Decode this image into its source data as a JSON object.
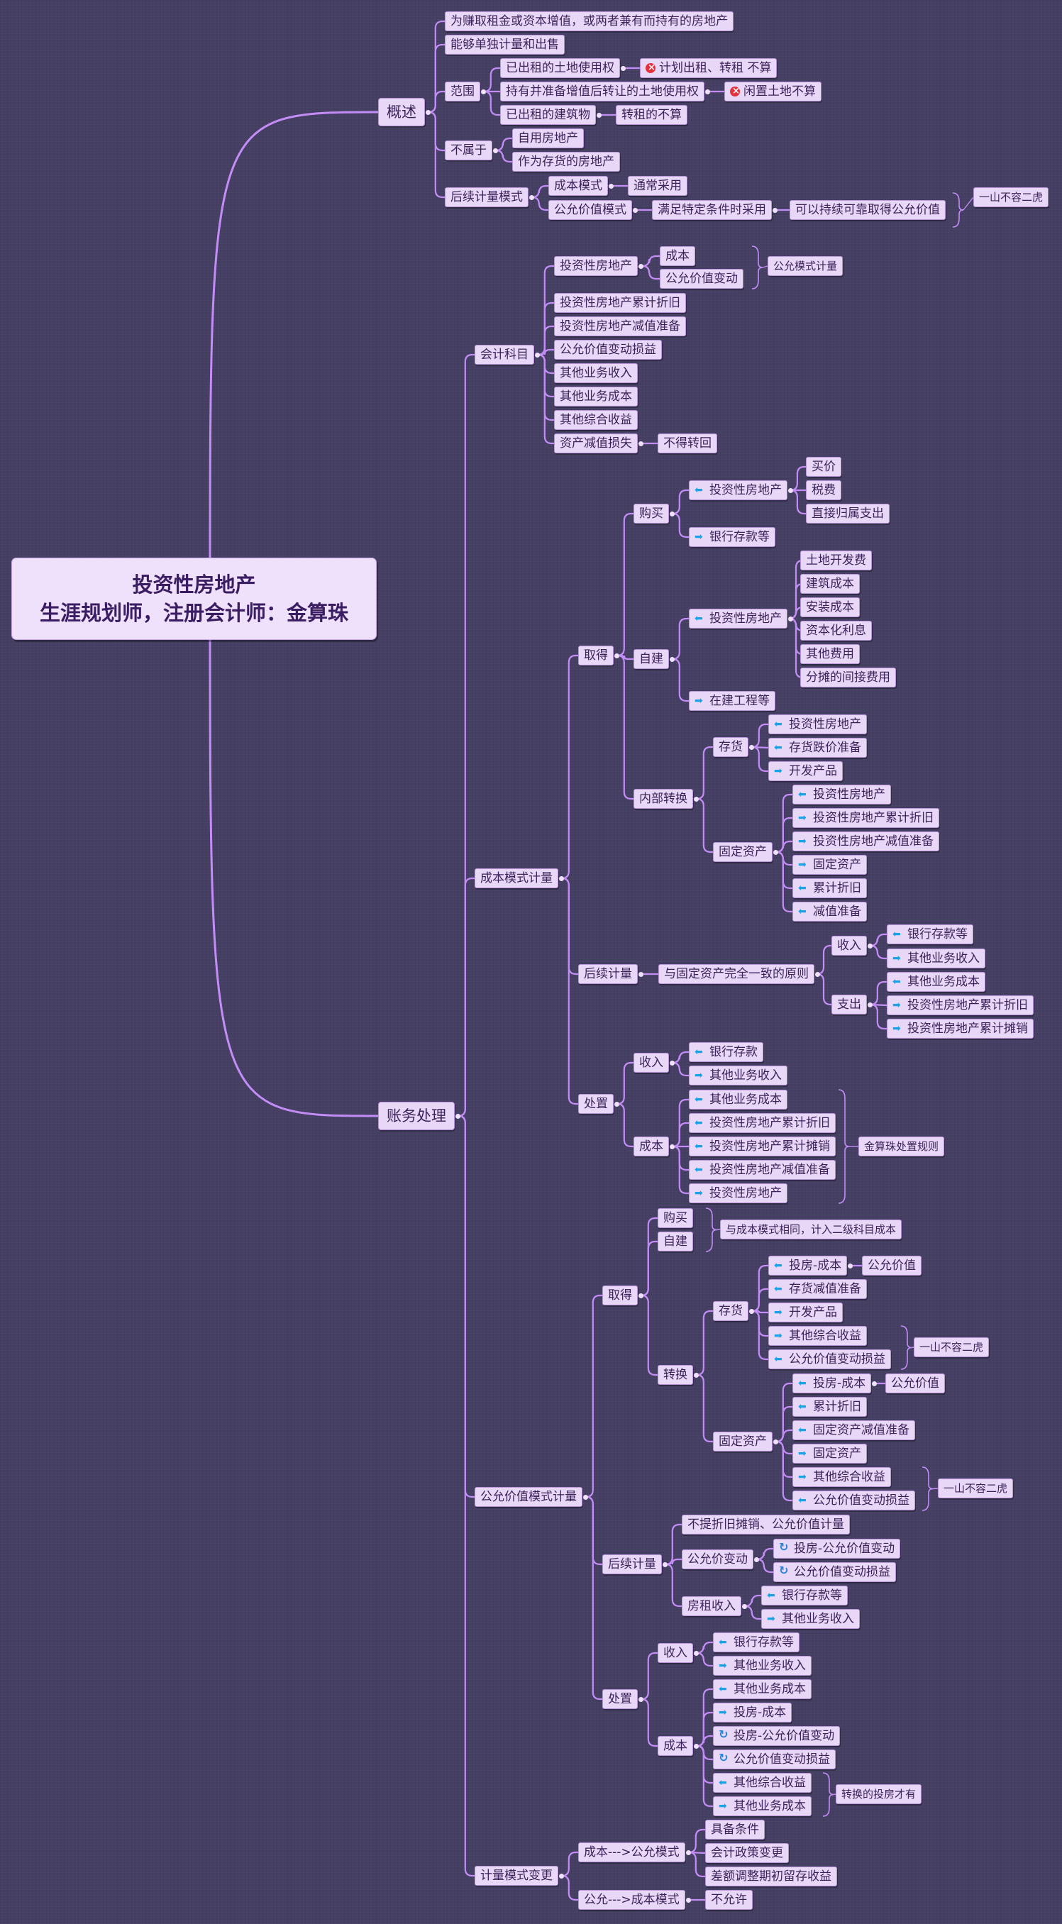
{
  "root": {
    "title": "投资性房地产",
    "subtitle": "生涯规划师，注册会计师：金算珠"
  },
  "tree": [
    {
      "text": "概述",
      "children": [
        {
          "text": "为赚取租金或资本增值，或两者兼有而持有的房地产"
        },
        {
          "text": "能够单独计量和出售"
        },
        {
          "text": "范围",
          "children": [
            {
              "text": "已出租的土地使用权",
              "children": [
                {
                  "text": "计划出租、转租 不算",
                  "icon": "no-entry-icon"
                }
              ]
            },
            {
              "text": "持有并准备增值后转让的土地使用权",
              "children": [
                {
                  "text": "闲置土地不算",
                  "icon": "no-entry-icon"
                }
              ]
            },
            {
              "text": "已出租的建筑物",
              "children": [
                {
                  "text": "转租的不算"
                }
              ]
            }
          ]
        },
        {
          "text": "不属于",
          "children": [
            {
              "text": "自用房地产"
            },
            {
              "text": "作为存货的房地产"
            }
          ]
        },
        {
          "text": "后续计量模式",
          "children": [
            {
              "text": "成本模式",
              "children": [
                {
                  "text": "通常采用"
                }
              ]
            },
            {
              "text": "公允价值模式",
              "children": [
                {
                  "text": "满足特定条件时采用",
                  "children": [
                    {
                      "text": "可以持续可靠取得公允价值"
                    }
                  ]
                }
              ]
            }
          ]
        }
      ]
    },
    {
      "text": "账务处理",
      "children": [
        {
          "text": "会计科目",
          "children": [
            {
              "text": "投资性房地产",
              "children": [
                {
                  "text": "成本"
                },
                {
                  "text": "公允价值变动"
                }
              ]
            },
            {
              "text": "投资性房地产累计折旧"
            },
            {
              "text": "投资性房地产减值准备"
            },
            {
              "text": "公允价值变动损益"
            },
            {
              "text": "其他业务收入"
            },
            {
              "text": "其他业务成本"
            },
            {
              "text": "其他综合收益"
            },
            {
              "text": "资产减值损失",
              "children": [
                {
                  "text": "不得转回"
                }
              ]
            }
          ]
        },
        {
          "text": "成本模式计量",
          "children": [
            {
              "text": "取得",
              "children": [
                {
                  "text": "购买",
                  "children": [
                    {
                      "text": "投资性房地产",
                      "icon": "arrow-left-icon",
                      "children": [
                        {
                          "text": "买价"
                        },
                        {
                          "text": "税费"
                        },
                        {
                          "text": "直接归属支出"
                        }
                      ]
                    },
                    {
                      "text": "银行存款等",
                      "icon": "arrow-right-icon"
                    }
                  ]
                },
                {
                  "text": "自建",
                  "children": [
                    {
                      "text": "投资性房地产",
                      "icon": "arrow-left-icon",
                      "children": [
                        {
                          "text": "土地开发费"
                        },
                        {
                          "text": "建筑成本"
                        },
                        {
                          "text": "安装成本"
                        },
                        {
                          "text": "资本化利息"
                        },
                        {
                          "text": "其他费用"
                        },
                        {
                          "text": "分摊的间接费用"
                        }
                      ]
                    },
                    {
                      "text": "在建工程等",
                      "icon": "arrow-right-icon"
                    }
                  ]
                },
                {
                  "text": "内部转换",
                  "children": [
                    {
                      "text": "存货",
                      "children": [
                        {
                          "text": "投资性房地产",
                          "icon": "arrow-left-icon"
                        },
                        {
                          "text": "存货跌价准备",
                          "icon": "arrow-left-icon"
                        },
                        {
                          "text": "开发产品",
                          "icon": "arrow-right-icon"
                        }
                      ]
                    },
                    {
                      "text": "固定资产",
                      "children": [
                        {
                          "text": "投资性房地产",
                          "icon": "arrow-left-icon"
                        },
                        {
                          "text": "投资性房地产累计折旧",
                          "icon": "arrow-right-icon"
                        },
                        {
                          "text": "投资性房地产减值准备",
                          "icon": "arrow-right-icon"
                        },
                        {
                          "text": "固定资产",
                          "icon": "arrow-right-icon"
                        },
                        {
                          "text": "累计折旧",
                          "icon": "arrow-left-icon"
                        },
                        {
                          "text": "减值准备",
                          "icon": "arrow-left-icon"
                        }
                      ]
                    }
                  ]
                }
              ]
            },
            {
              "text": "后续计量",
              "children": [
                {
                  "text": "与固定资产完全一致的原则",
                  "children": [
                    {
                      "text": "收入",
                      "children": [
                        {
                          "text": "银行存款等",
                          "icon": "arrow-left-icon"
                        },
                        {
                          "text": "其他业务收入",
                          "icon": "arrow-right-icon"
                        }
                      ]
                    },
                    {
                      "text": "支出",
                      "children": [
                        {
                          "text": "其他业务成本",
                          "icon": "arrow-left-icon"
                        },
                        {
                          "text": "投资性房地产累计折旧",
                          "icon": "arrow-right-icon"
                        },
                        {
                          "text": "投资性房地产累计摊销",
                          "icon": "arrow-right-icon"
                        }
                      ]
                    }
                  ]
                }
              ]
            },
            {
              "text": "处置",
              "children": [
                {
                  "text": "收入",
                  "children": [
                    {
                      "text": "银行存款",
                      "icon": "arrow-left-icon"
                    },
                    {
                      "text": "其他业务收入",
                      "icon": "arrow-right-icon"
                    }
                  ]
                },
                {
                  "text": "成本",
                  "children": [
                    {
                      "text": "其他业务成本",
                      "icon": "arrow-left-icon"
                    },
                    {
                      "text": "投资性房地产累计折旧",
                      "icon": "arrow-left-icon"
                    },
                    {
                      "text": "投资性房地产累计摊销",
                      "icon": "arrow-left-icon"
                    },
                    {
                      "text": "投资性房地产减值准备",
                      "icon": "arrow-left-icon"
                    },
                    {
                      "text": "投资性房地产",
                      "icon": "arrow-right-icon"
                    }
                  ]
                }
              ]
            }
          ]
        },
        {
          "text": "公允价值模式计量",
          "children": [
            {
              "text": "取得",
              "children": [
                {
                  "text": "购买"
                },
                {
                  "text": "自建"
                },
                {
                  "text": "转换",
                  "children": [
                    {
                      "text": "存货",
                      "children": [
                        {
                          "text": "投房-成本",
                          "icon": "arrow-left-icon",
                          "children": [
                            {
                              "text": "公允价值"
                            }
                          ]
                        },
                        {
                          "text": "存货减值准备",
                          "icon": "arrow-left-icon"
                        },
                        {
                          "text": "开发产品",
                          "icon": "arrow-right-icon"
                        },
                        {
                          "text": "其他综合收益",
                          "icon": "arrow-right-icon"
                        },
                        {
                          "text": "公允价值变动损益",
                          "icon": "arrow-left-icon"
                        }
                      ]
                    },
                    {
                      "text": "固定资产",
                      "children": [
                        {
                          "text": "投房-成本",
                          "icon": "arrow-left-icon",
                          "children": [
                            {
                              "text": "公允价值"
                            }
                          ]
                        },
                        {
                          "text": "累计折旧",
                          "icon": "arrow-left-icon"
                        },
                        {
                          "text": "固定资产减值准备",
                          "icon": "arrow-left-icon"
                        },
                        {
                          "text": "固定资产",
                          "icon": "arrow-right-icon"
                        },
                        {
                          "text": "其他综合收益",
                          "icon": "arrow-right-icon"
                        },
                        {
                          "text": "公允价值变动损益",
                          "icon": "arrow-left-icon"
                        }
                      ]
                    }
                  ]
                }
              ]
            },
            {
              "text": "后续计量",
              "children": [
                {
                  "text": "不提折旧摊销、公允价值计量"
                },
                {
                  "text": "公允价变动",
                  "children": [
                    {
                      "text": "投房-公允价值变动",
                      "icon": "cycle-icon"
                    },
                    {
                      "text": "公允价值变动损益",
                      "icon": "cycle-icon"
                    }
                  ]
                },
                {
                  "text": "房租收入",
                  "children": [
                    {
                      "text": "银行存款等",
                      "icon": "arrow-left-icon"
                    },
                    {
                      "text": "其他业务收入",
                      "icon": "arrow-right-icon"
                    }
                  ]
                }
              ]
            },
            {
              "text": "处置",
              "children": [
                {
                  "text": "收入",
                  "children": [
                    {
                      "text": "银行存款等",
                      "icon": "arrow-left-icon"
                    },
                    {
                      "text": "其他业务收入",
                      "icon": "arrow-right-icon"
                    }
                  ]
                },
                {
                  "text": "成本",
                  "children": [
                    {
                      "text": "其他业务成本",
                      "icon": "arrow-left-icon"
                    },
                    {
                      "text": "投房-成本",
                      "icon": "arrow-right-icon"
                    },
                    {
                      "text": "投房-公允价值变动",
                      "icon": "cycle-icon"
                    },
                    {
                      "text": "公允价值变动损益",
                      "icon": "cycle-icon"
                    },
                    {
                      "text": "其他综合收益",
                      "icon": "arrow-left-icon"
                    },
                    {
                      "text": "其他业务成本",
                      "icon": "arrow-right-icon"
                    }
                  ]
                }
              ]
            }
          ]
        },
        {
          "text": "计量模式变更",
          "children": [
            {
              "text": "成本--->公允模式",
              "children": [
                {
                  "text": "具备条件"
                },
                {
                  "text": "会计政策变更"
                },
                {
                  "text": "差额调整期初留存收益"
                }
              ]
            },
            {
              "text": "公允--->成本模式",
              "children": [
                {
                  "text": "不允许"
                }
              ]
            }
          ]
        }
      ]
    }
  ],
  "notes": [
    {
      "text": "一山不容二虎"
    },
    {
      "text": "公允模式计量"
    },
    {
      "text": "金算珠处置规则"
    },
    {
      "text": "与成本模式相同，计入二级科目成本"
    },
    {
      "text": "一山不容二虎"
    },
    {
      "text": "一山不容二虎"
    },
    {
      "text": "转换的投房才有"
    }
  ]
}
